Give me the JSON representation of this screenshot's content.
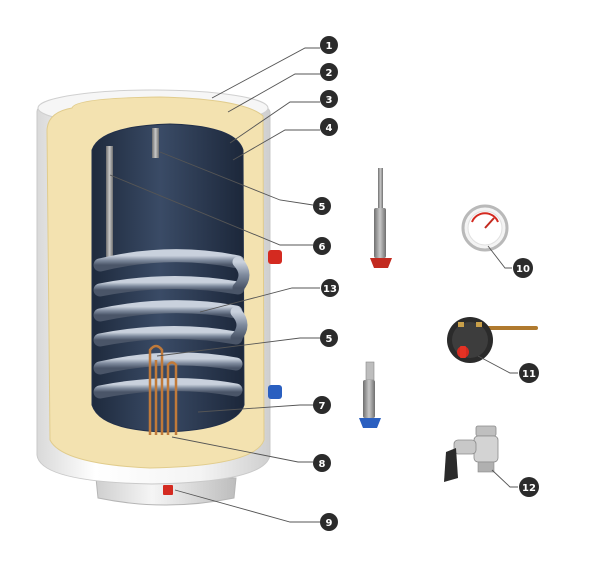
{
  "diagram": {
    "callouts": [
      {
        "label": "1"
      },
      {
        "label": "2"
      },
      {
        "label": "3"
      },
      {
        "label": "4"
      },
      {
        "label": "5"
      },
      {
        "label": "6"
      },
      {
        "label": "13"
      },
      {
        "label": "5"
      },
      {
        "label": "7"
      },
      {
        "label": "8"
      },
      {
        "label": "9"
      },
      {
        "label": "10"
      },
      {
        "label": "11"
      },
      {
        "label": "12"
      }
    ],
    "colors": {
      "casing": "#f2f2f2",
      "insulation": "#f3e2b0",
      "tank_interior": "#2e3d55",
      "coil": "#8b96a8",
      "badge": "#2b2b2b",
      "accent_red": "#d42a20",
      "accent_blue": "#2a5fc0",
      "copper": "#c07a3a"
    },
    "icons": [
      "water-heater-cutaway",
      "magnesium-anode",
      "thermometer-gauge",
      "thermostat",
      "safety-valve"
    ]
  }
}
